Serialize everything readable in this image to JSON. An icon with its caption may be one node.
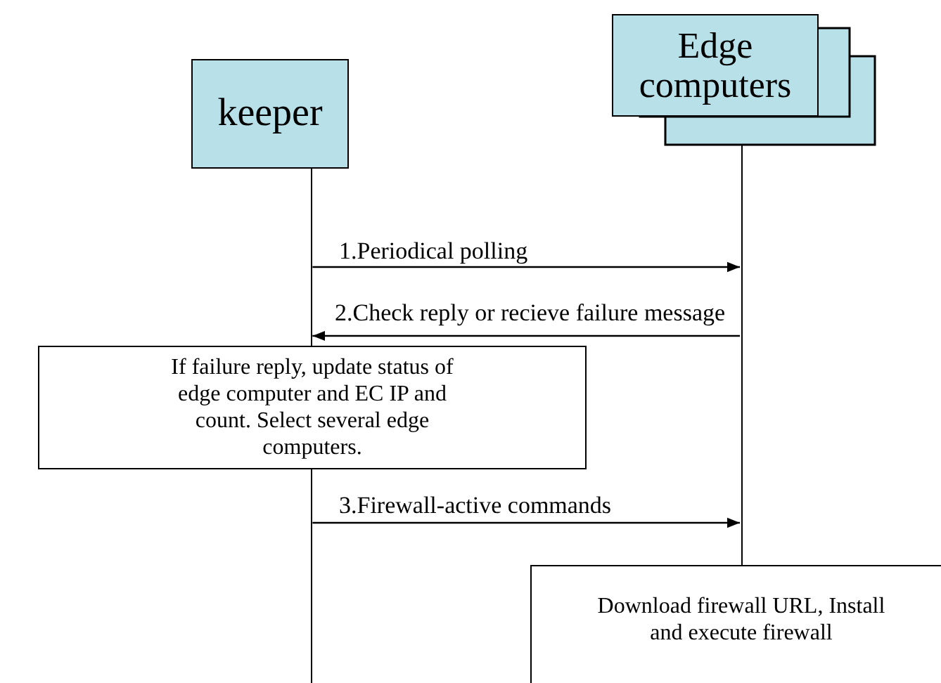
{
  "diagram": {
    "nodes": [
      {
        "text": [
          "keeper"
        ]
      },
      {
        "text": [
          "Edge computers"
        ]
      },
      {
        "text": [
          "If failure reply, update status of edge computer and EC IP and count. Select several edge computers."
        ]
      },
      {
        "text": [
          "Download firewall URL, Install and execute firewall"
        ]
      },
      {
        "text": [],
        "shape": "bar"
      },
      {
        "text": [],
        "shape": "bar"
      }
    ],
    "edges": [
      {
        "from": 4,
        "to": 5,
        "arrow": "to",
        "label": "1.Periodical polling"
      },
      {
        "from": 5,
        "to": 4,
        "arrow": "to",
        "label": "2.Check reply or recieve failure message"
      },
      {
        "from": 4,
        "to": 5,
        "arrow": "to",
        "label": "3.Firewall-active commands"
      }
    ]
  }
}
